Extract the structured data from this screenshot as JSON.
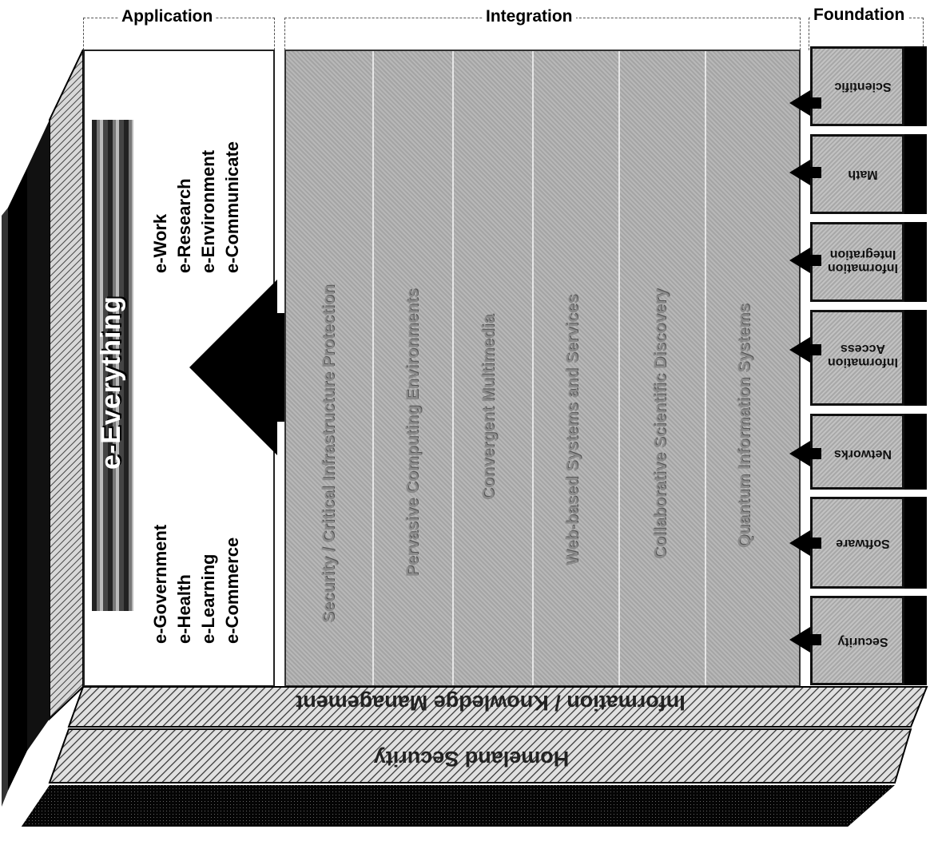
{
  "headers": {
    "application": "Application",
    "integration": "Integration",
    "foundation": "Foundation"
  },
  "application": {
    "title": "e-Everything",
    "items_left": [
      "e-Government",
      "e-Health",
      "e-Learning",
      "e-Commerce"
    ],
    "items_right": [
      "e-Work",
      "e-Research",
      "e-Environment",
      "e-Communicate"
    ]
  },
  "integration": {
    "columns": [
      "Security / Critical Infrastructure Protection",
      "Pervasive Computing Environments",
      "Convergent Multimedia",
      "Web-based Systems and Services",
      "Collaborative Scientific Discovery",
      "Quantum Information Systems"
    ]
  },
  "foundation": {
    "items": [
      "Scientific",
      "Math",
      "Information Integration",
      "Information Access",
      "Networks",
      "Software",
      "Security"
    ]
  },
  "bottom": {
    "layer1": "Information / Knowledge Management",
    "layer2": "Homeland Security"
  },
  "colors": {
    "panel_gray": "#b0b0b0",
    "dark": "#000000"
  }
}
